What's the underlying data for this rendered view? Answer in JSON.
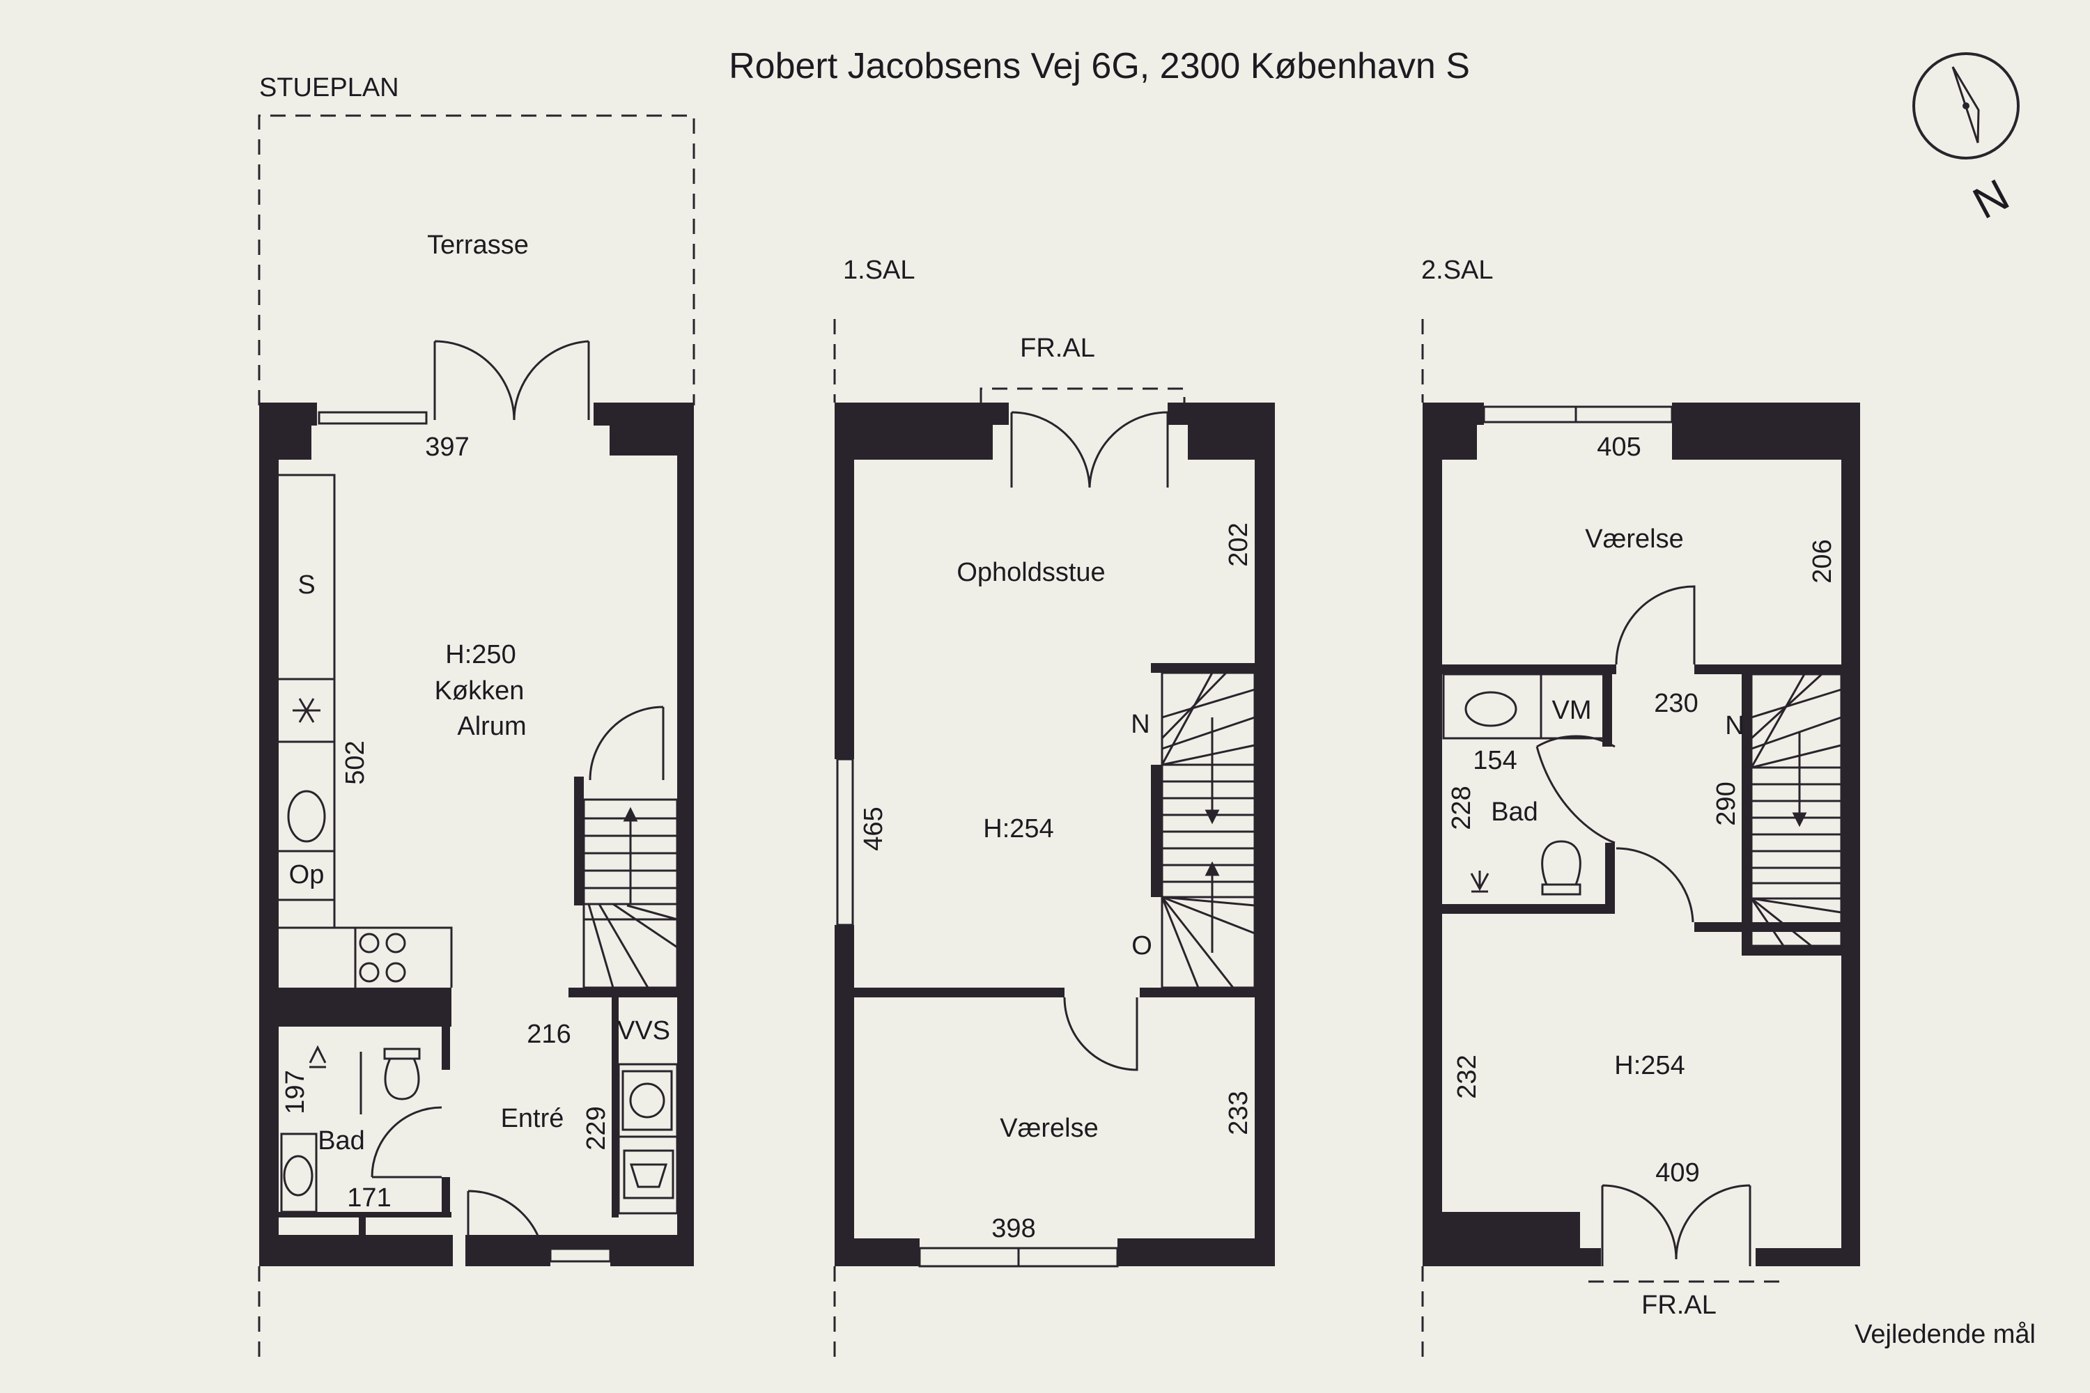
{
  "title": "Robert Jacobsens Vej 6G, 2300 København S",
  "note": "Vejledende mål",
  "compass": {
    "north_label": "N"
  },
  "ground": {
    "name": "STUEPLAN",
    "terrace": "Terrasse",
    "height": "H:250",
    "kitchen": "Køkken",
    "alrum": "Alrum",
    "fridge": "S",
    "dishwasher": "Op",
    "hall": "Entré",
    "bath": "Bad",
    "utility": "VVS",
    "dims": {
      "top": "397",
      "left": "502",
      "hall": "216",
      "hall_side": "229",
      "bath_h": "197",
      "bath_w": "171"
    }
  },
  "first": {
    "name": "1.SAL",
    "balcony": "FR.AL",
    "living": "Opholdsstue",
    "height": "H:254",
    "room": "Værelse",
    "stair_down": "N",
    "stair_up": "O",
    "dims": {
      "right_top": "202",
      "left": "465",
      "right_bottom": "233",
      "bottom": "398"
    }
  },
  "second": {
    "name": "2.SAL",
    "balcony": "FR.AL",
    "room_top": "Værelse",
    "height": "H:254",
    "bath": "Bad",
    "washer": "VM",
    "stair_down": "N",
    "dims": {
      "top": "405",
      "right_top": "206",
      "hall": "230",
      "bath_w": "154",
      "bath_h": "228",
      "stair": "290",
      "left_bottom": "232",
      "bottom": "409"
    }
  }
}
